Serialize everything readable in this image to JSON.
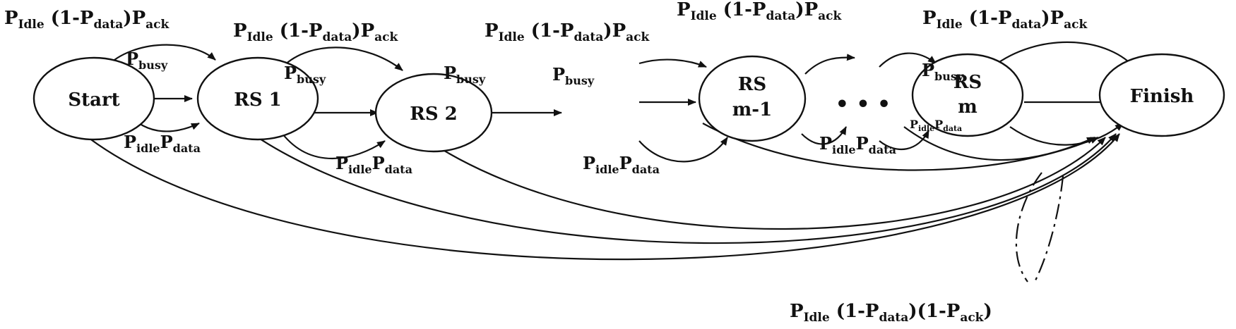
{
  "nodes": {
    "start": "Start",
    "rs1": "RS 1",
    "rs2": "RS 2",
    "rsm1_top": "RS",
    "rsm1_bottom": "m-1",
    "rsm_top": "RS",
    "rsm_bottom": "m",
    "finish": "Finish",
    "ellipsis": "• • •"
  },
  "symbols": {
    "p": "P",
    "idle_cap": "Idle",
    "idle": "idle",
    "busy": "busy",
    "data": "data",
    "ack": "ack",
    "one_minus": "(1-P",
    "close_paren": ")",
    "close_paren_open": ")(1-P"
  },
  "labels": {
    "success": "P Idle (1-P data) P ack",
    "busy": "P busy",
    "idle_data": "P idle P data",
    "failure": "P Idle (1-P data)(1-P ack)"
  }
}
